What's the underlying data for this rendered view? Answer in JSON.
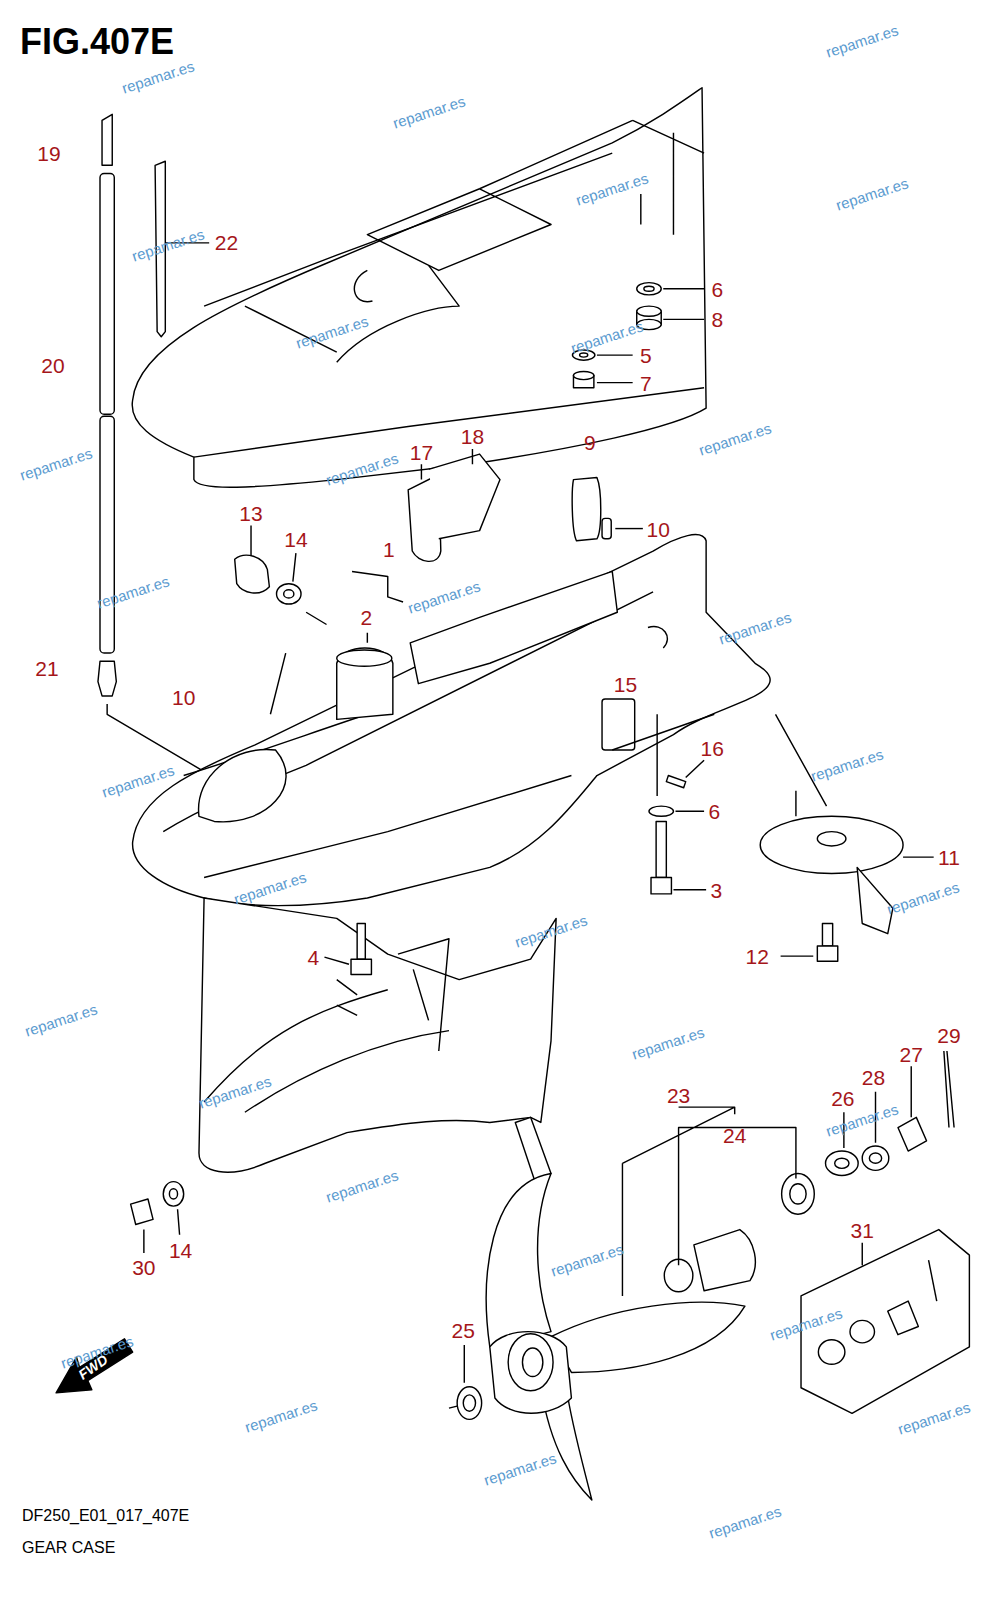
{
  "diagram": {
    "title": "FIG.407E",
    "caption": "DF250_E01_017_407E",
    "labels": [
      "19",
      "22",
      "6",
      "8",
      "20",
      "5",
      "7",
      "17",
      "18",
      "9",
      "10",
      "13",
      "14",
      "1",
      "2",
      "21",
      "10",
      "15",
      "16",
      "6",
      "11",
      "3",
      "4",
      "12",
      "29",
      "23",
      "27",
      "26",
      "28",
      "24",
      "30",
      "14",
      "31",
      "25",
      "FWD",
      "GEAR CASE",
      "repamar.es",
      "repamar.es",
      "repamar.es",
      "repamar.es",
      "repamar.es",
      "repamar.es",
      "repamar.es",
      "repamar.es",
      "repamar.es",
      "repamar.es",
      "repamar.es",
      "repamar.es",
      "repamar.es",
      "repamar.es",
      "repamar.es",
      "repamar.es",
      "repamar.es",
      "repamar.es",
      "repamar.es",
      "repamar.es",
      "repamar.es",
      "repamar.es",
      "repamar.es",
      "repamar.es",
      "repamar.es",
      "repamar.es",
      "repamar.es",
      "repamar.es",
      "repamar.es",
      "repamar.es",
      "repamar.es"
    ]
  }
}
